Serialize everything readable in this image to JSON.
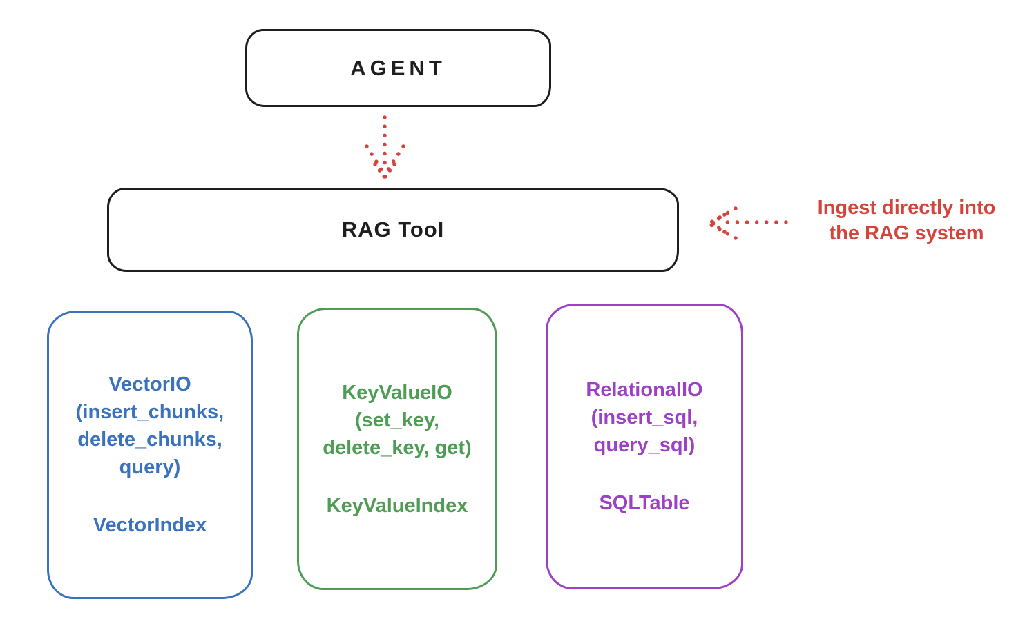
{
  "nodes": {
    "agent": {
      "label": "AGENT"
    },
    "rag_tool": {
      "label": "RAG Tool"
    }
  },
  "annotation": {
    "line1": "Ingest directly into",
    "line2": "the RAG system",
    "color": "#d1453d"
  },
  "cards": [
    {
      "name": "vector-io",
      "color": "#3a72bc",
      "io_lines": [
        "VectorIO",
        "(insert_chunks,",
        "delete_chunks,",
        "query)"
      ],
      "index_label": "VectorIndex"
    },
    {
      "name": "keyvalue-io",
      "color": "#4f9c55",
      "io_lines": [
        "KeyValueIO",
        "(set_key,",
        "delete_key, get)"
      ],
      "index_label": "KeyValueIndex"
    },
    {
      "name": "relational-io",
      "color": "#9c41c4",
      "io_lines": [
        "RelationalIO",
        "(insert_sql,",
        "query_sql)"
      ],
      "index_label": "SQLTable"
    }
  ],
  "colors": {
    "stroke": "#1e1e1e",
    "arrow_red": "#d1453d",
    "blue": "#3a72bc",
    "green": "#4f9c55",
    "purple": "#9c41c4",
    "background": "#ffffff"
  }
}
